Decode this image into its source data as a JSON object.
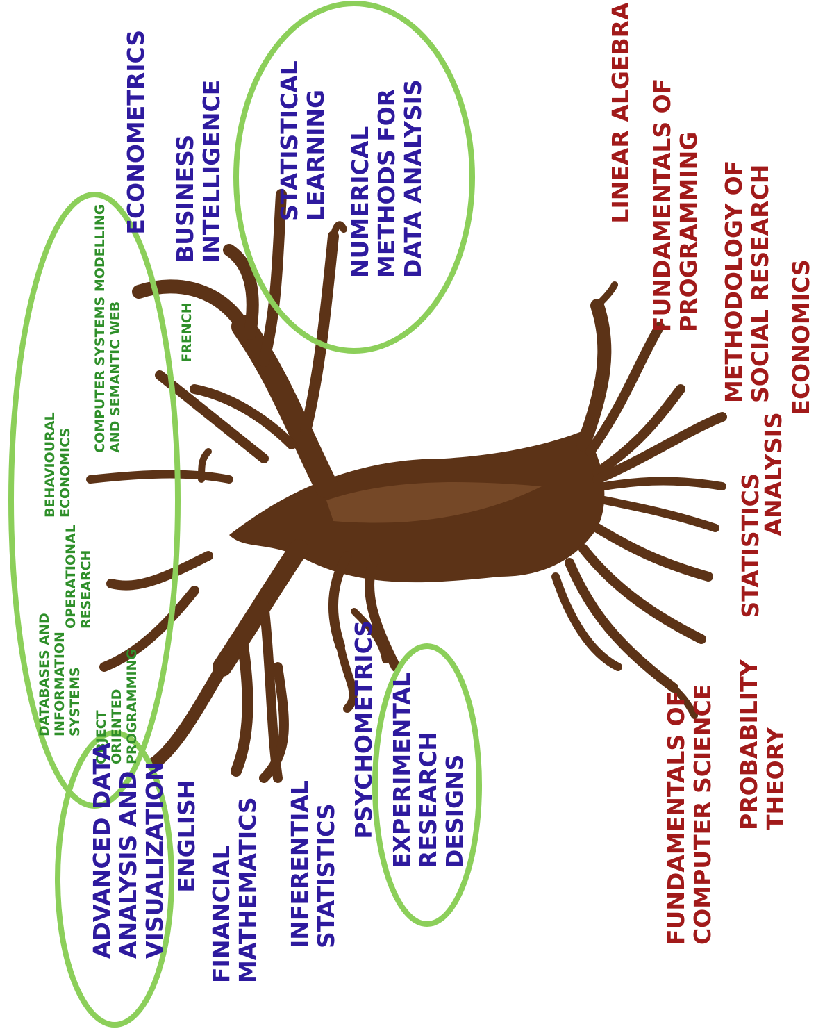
{
  "top_topics": {
    "econometrics": "ECONOMETRICS",
    "business_intelligence": [
      "BUSINESS",
      "INTELLIGENCE"
    ],
    "statistical_learning": [
      "STATISTICAL",
      "LEARNING"
    ],
    "numerical_methods": [
      "NUMERICAL",
      "METHODS FOR",
      "DATA ANALYSIS"
    ]
  },
  "elective_topics": {
    "computer_systems": [
      "COMPUTER SYSTEMS MODELLING",
      "AND SEMANTIC WEB"
    ],
    "french": "FRENCH",
    "behavioural_economics": [
      "BEHAVIOURAL",
      "ECONOMICS"
    ],
    "operational_research": [
      "OPERATIONAL",
      "RESEARCH"
    ],
    "databases": [
      "DATABASES AND",
      "INFORMATION",
      "SYSTEMS"
    ],
    "object_oriented": [
      "OBJECT",
      "ORIENTED",
      "PROGRAMMING"
    ]
  },
  "left_topics": {
    "advanced_data_analysis": [
      "ADVANCED DATA",
      "ANALYSIS AND",
      "VISUALIZATION"
    ],
    "english": "ENGLISH",
    "financial_mathematics": [
      "FINANCIAL",
      "MATHEMATICS"
    ],
    "inferential_statistics": [
      "INFERENTIAL",
      "STATISTICS"
    ],
    "psychometrics": "PSYCHOMETRICS",
    "experimental_research": [
      "EXPERIMENTAL",
      "RESEARCH",
      "DESIGNS"
    ]
  },
  "root_topics": {
    "linear_algebra": "LINEAR ALGEBRA",
    "fundamentals_programming": [
      "FUNDAMENTALS OF",
      "PROGRAMMING"
    ],
    "methodology": [
      "METHODOLOGY OF",
      "SOCIAL RESEARCH"
    ],
    "economics": "ECONOMICS",
    "analysis": "ANALYSIS",
    "statistics": "STATISTICS",
    "probability": [
      "PROBABILITY",
      "THEORY"
    ],
    "fundamentals_cs": [
      "FUNDAMENTALS OF",
      "COMPUTER SCIENCE"
    ]
  },
  "colors": {
    "core_text": "#2e1a9e",
    "root_text": "#a11a1a",
    "elective_text": "#2f8f2a",
    "tree": "#5c3317",
    "highlight_circle": "#8ccf5a"
  }
}
